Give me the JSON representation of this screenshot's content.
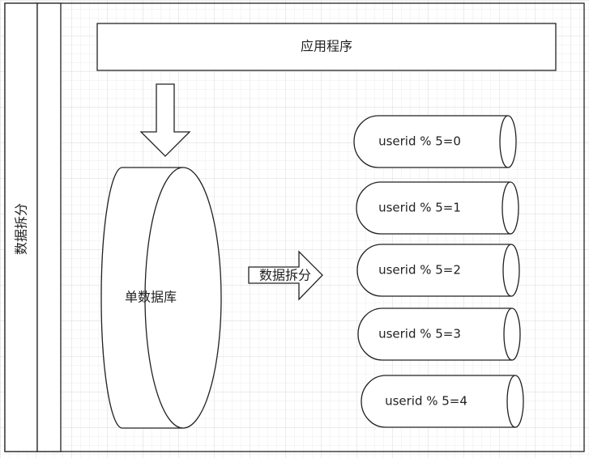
{
  "swimlane": {
    "label": "数据拆分"
  },
  "app": {
    "label": "应用程序"
  },
  "single_db": {
    "label": "单数据库"
  },
  "split_arrow": {
    "label": "数据拆分"
  },
  "shards": [
    {
      "label": "userid % 5=0"
    },
    {
      "label": "userid % 5=1"
    },
    {
      "label": "userid % 5=2"
    },
    {
      "label": "userid % 5=3"
    },
    {
      "label": "userid % 5=4"
    }
  ],
  "colors": {
    "grid_minor": "#eeeeee",
    "grid_major": "#d9d9d9",
    "stroke": "#222222",
    "fill": "#ffffff"
  }
}
